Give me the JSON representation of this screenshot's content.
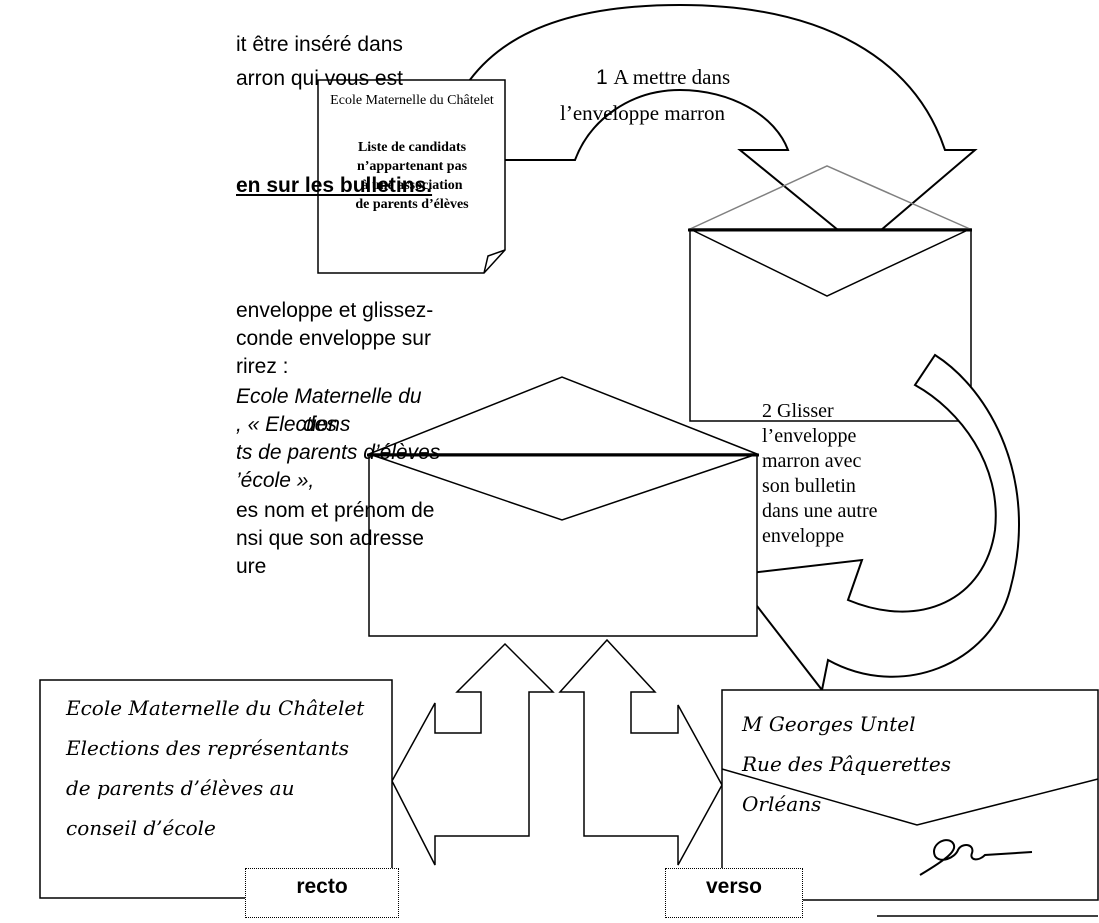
{
  "left_text": {
    "line1": "it être inséré dans",
    "line2": "arron qui vous est",
    "heading": "en sur les bulletins.",
    "para1": "enveloppe et glissez-",
    "para2": "conde enveloppe sur",
    "para3": "rirez :",
    "para4": "Ecole Maternelle du",
    "para5a": ", « Elections",
    "para5b": "des",
    "para6": "ts de parents d’élèves",
    "para7": "’école »,",
    "para8": "es nom et prénom de",
    "para9": "nsi que son adresse",
    "para10": "ure"
  },
  "ballot": {
    "school": "Ecole Maternelle du Châtelet",
    "title_lines": [
      "Liste de candidats",
      "n’appartenant pas",
      "à une association",
      "de parents d’élèves"
    ]
  },
  "step1": {
    "number": "1",
    "line1": "A mettre dans",
    "line2": "l’enveloppe marron"
  },
  "step2": {
    "lines": [
      "2 Glisser",
      "l’enveloppe",
      "marron avec",
      "son bulletin",
      "dans une autre",
      "enveloppe"
    ]
  },
  "recto_card": {
    "lines": [
      "Ecole Maternelle du Châtelet",
      "Elections des représentants",
      "de parents d’élèves au",
      "conseil d’école"
    ],
    "label": "recto"
  },
  "verso_card": {
    "lines": [
      "M Georges Untel",
      "Rue des Pâquerettes",
      "Orléans"
    ],
    "label": "verso"
  }
}
